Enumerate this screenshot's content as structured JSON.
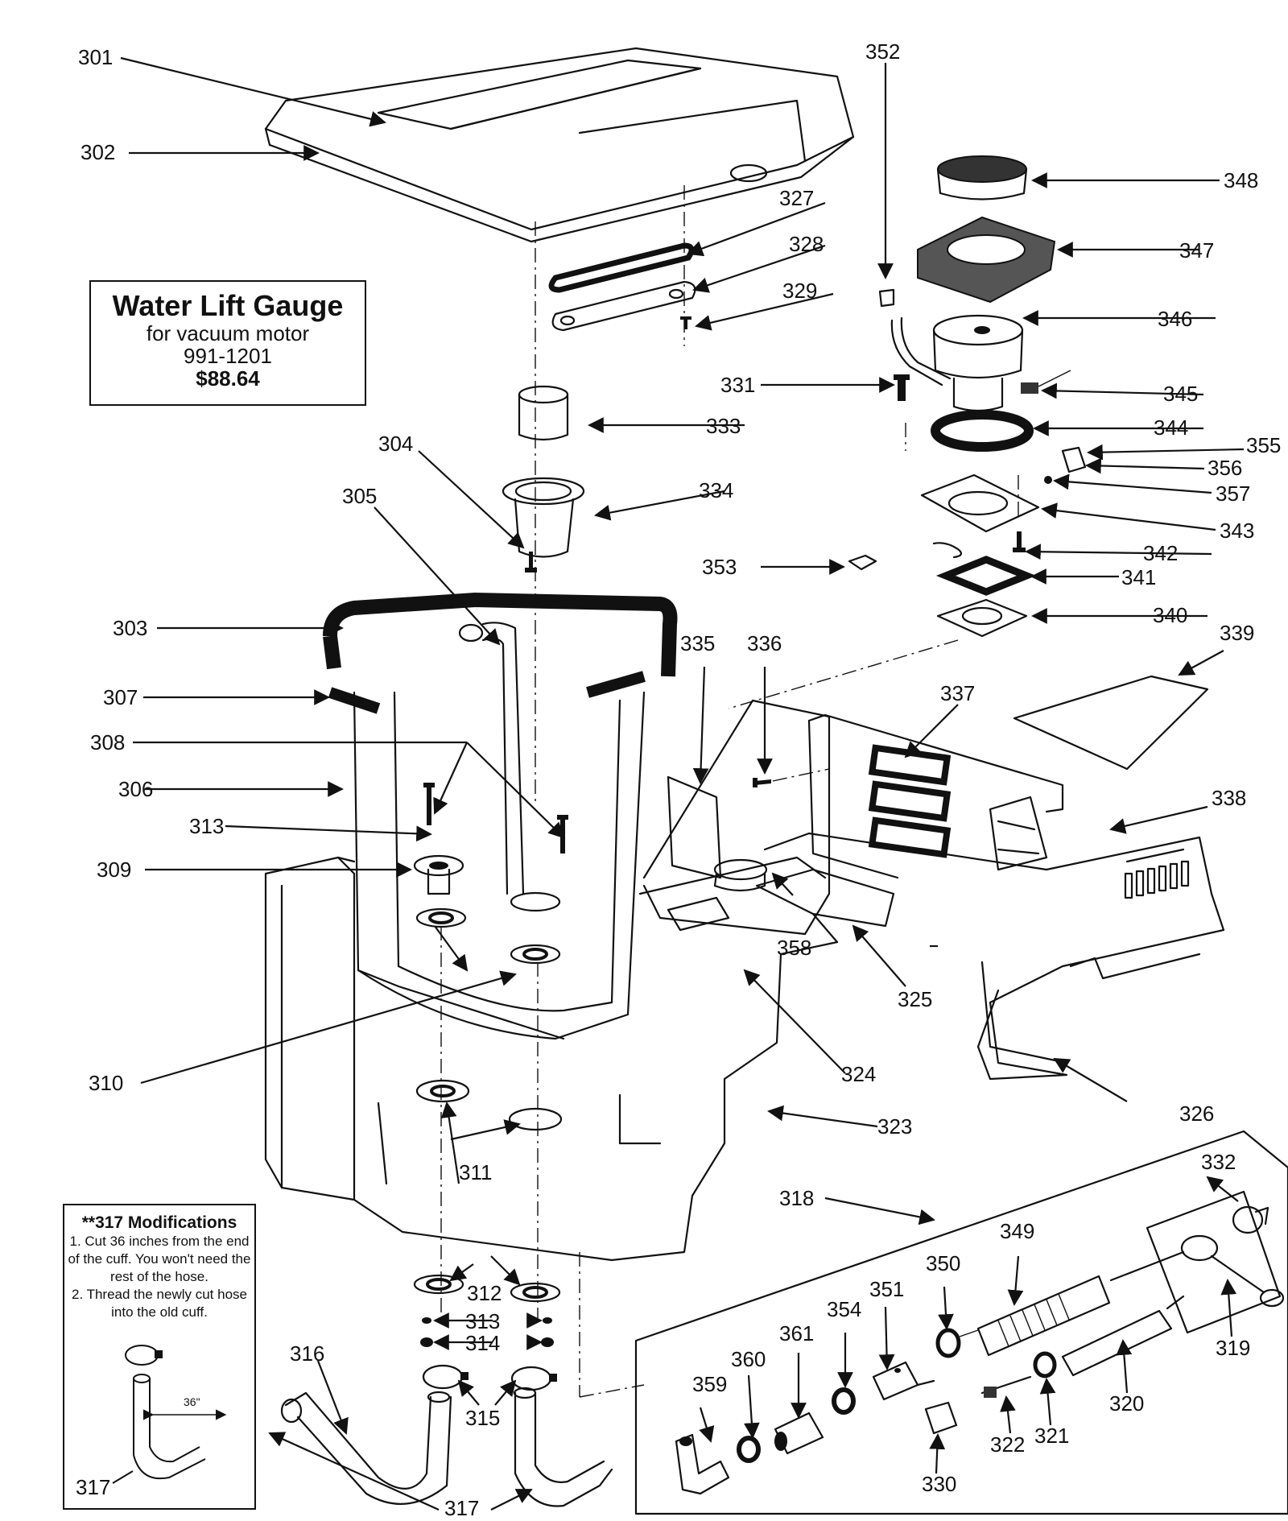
{
  "info_box": {
    "title": "Water Lift Gauge",
    "line1": "for vacuum motor",
    "part_number": "991-1201",
    "price": "$88.64"
  },
  "mod_box": {
    "title": "**317 Modifications",
    "steps": [
      "1. Cut 36 inches from the end of the cuff.  You won't need the rest of the hose.",
      "2. Thread the newly cut hose into the old cuff."
    ],
    "dimension": "36\"",
    "part": "317"
  },
  "labels": [
    {
      "id": "301",
      "text": "301"
    },
    {
      "id": "302",
      "text": "302"
    },
    {
      "id": "303",
      "text": "303"
    },
    {
      "id": "304",
      "text": "304"
    },
    {
      "id": "305",
      "text": "305"
    },
    {
      "id": "306",
      "text": "306"
    },
    {
      "id": "307",
      "text": "307"
    },
    {
      "id": "308",
      "text": "308"
    },
    {
      "id": "309",
      "text": "309"
    },
    {
      "id": "310",
      "text": "310"
    },
    {
      "id": "311",
      "text": "311"
    },
    {
      "id": "312",
      "text": "312"
    },
    {
      "id": "313",
      "text": "313"
    },
    {
      "id": "313b",
      "text": "313"
    },
    {
      "id": "314",
      "text": "314"
    },
    {
      "id": "315",
      "text": "315"
    },
    {
      "id": "316",
      "text": "316"
    },
    {
      "id": "317",
      "text": "317"
    },
    {
      "id": "318",
      "text": "318"
    },
    {
      "id": "319",
      "text": "319"
    },
    {
      "id": "320",
      "text": "320"
    },
    {
      "id": "321",
      "text": "321"
    },
    {
      "id": "322",
      "text": "322"
    },
    {
      "id": "323",
      "text": "323"
    },
    {
      "id": "324",
      "text": "324"
    },
    {
      "id": "325",
      "text": "325"
    },
    {
      "id": "326",
      "text": "326"
    },
    {
      "id": "327",
      "text": "327"
    },
    {
      "id": "328",
      "text": "328"
    },
    {
      "id": "329",
      "text": "329"
    },
    {
      "id": "330",
      "text": "330"
    },
    {
      "id": "331",
      "text": "331"
    },
    {
      "id": "332",
      "text": "332"
    },
    {
      "id": "333",
      "text": "333"
    },
    {
      "id": "334",
      "text": "334"
    },
    {
      "id": "335",
      "text": "335"
    },
    {
      "id": "336",
      "text": "336"
    },
    {
      "id": "337",
      "text": "337"
    },
    {
      "id": "338",
      "text": "338"
    },
    {
      "id": "339",
      "text": "339"
    },
    {
      "id": "340",
      "text": "340"
    },
    {
      "id": "341",
      "text": "341"
    },
    {
      "id": "342",
      "text": "342"
    },
    {
      "id": "343",
      "text": "343"
    },
    {
      "id": "344",
      "text": "344"
    },
    {
      "id": "345",
      "text": "345"
    },
    {
      "id": "346",
      "text": "346"
    },
    {
      "id": "347",
      "text": "347"
    },
    {
      "id": "348",
      "text": "348"
    },
    {
      "id": "349",
      "text": "349"
    },
    {
      "id": "350",
      "text": "350"
    },
    {
      "id": "351",
      "text": "351"
    },
    {
      "id": "352",
      "text": "352"
    },
    {
      "id": "353",
      "text": "353"
    },
    {
      "id": "354",
      "text": "354"
    },
    {
      "id": "355",
      "text": "355"
    },
    {
      "id": "356",
      "text": "356"
    },
    {
      "id": "357",
      "text": "357"
    },
    {
      "id": "358",
      "text": "358"
    },
    {
      "id": "359",
      "text": "359"
    },
    {
      "id": "360",
      "text": "360"
    },
    {
      "id": "361",
      "text": "361"
    }
  ]
}
